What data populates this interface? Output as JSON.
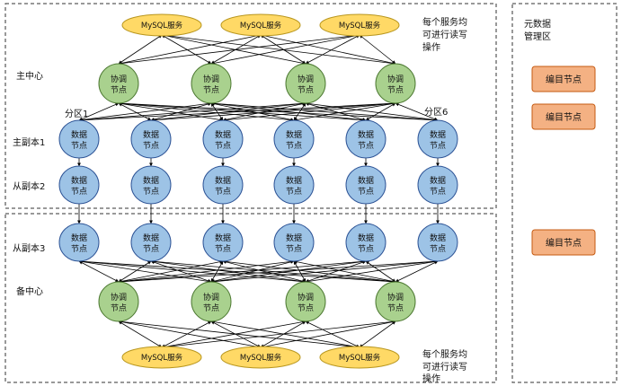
{
  "main_center": {
    "label": "主中心",
    "mysql_label": "MySQL服务",
    "coord_label": [
      "协调",
      "节点"
    ],
    "note": [
      "每个服务均",
      "可进行读写",
      "操作"
    ]
  },
  "partition": {
    "first": "分区1",
    "last": "分区6"
  },
  "primary_replica": {
    "label": "主副本1"
  },
  "slave_replica_2": {
    "label": "从副本2"
  },
  "slave_replica_3": {
    "label": "从副本3"
  },
  "data_node_label": [
    "数据",
    "节点"
  ],
  "backup_center": {
    "label": "备中心",
    "mysql_label": "MySQL服务",
    "coord_label": [
      "协调",
      "节点"
    ],
    "note": [
      "每个服务均",
      "可进行读写",
      "操作"
    ]
  },
  "metadata": {
    "title": [
      "元数据",
      "管理区"
    ],
    "catalog_node_label": "编目节点"
  },
  "colors": {
    "mysql_fill": "#FFD966",
    "mysql_stroke": "#B8961E",
    "coord_fill": "#A9D18E",
    "coord_stroke": "#4E7A33",
    "data_fill": "#9DC3E6",
    "data_stroke": "#2F5597",
    "catalog_fill": "#F4B183",
    "catalog_stroke": "#C55A11"
  }
}
